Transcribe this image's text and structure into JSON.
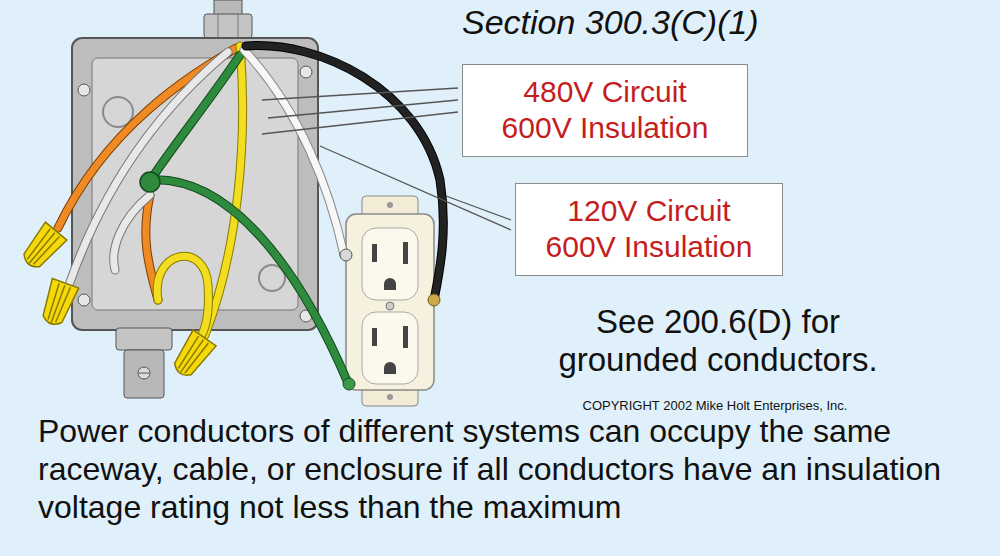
{
  "diagram": {
    "caption": "Power conductors of different systems can occupy the same raceway, cable, or enclosure if all conductors have an insulation voltage rating not less than the maximum",
    "nodes": [
      {
        "text": [
          "480V Circuit 600V Insulation"
        ]
      },
      {
        "text": [
          "120V Circuit 600V Insulation"
        ]
      }
    ],
    "labels": [
      "Section 300.3(C)(1)",
      "See 200.6(D) for grounded conductors.",
      "COPYRIGHT 2002 Mike Holt Enterprises, Inc."
    ]
  }
}
